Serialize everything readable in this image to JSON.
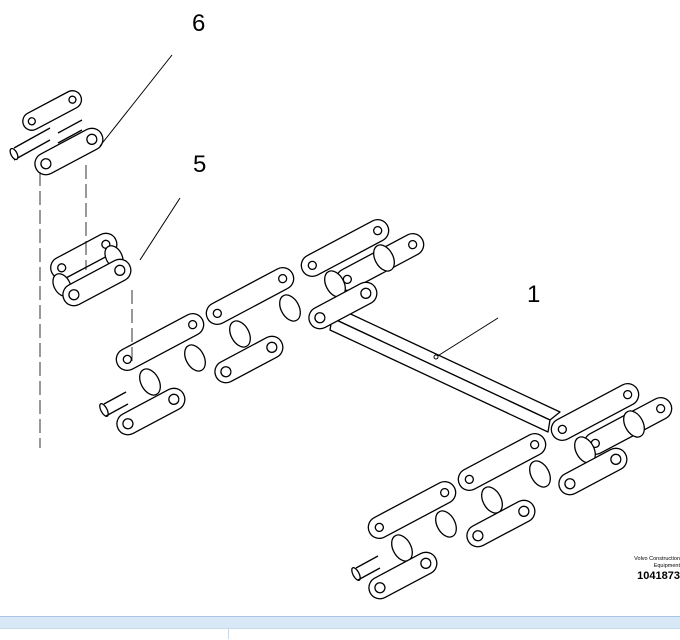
{
  "callouts": {
    "item6": "6",
    "item5": "5",
    "item1": "1"
  },
  "stamp": {
    "line1": "Volvo Construction",
    "line2": "Equipment",
    "number": "1041873"
  },
  "colors": {
    "line": "#000000",
    "background": "#ffffff",
    "bar": "#d9e8f6"
  }
}
